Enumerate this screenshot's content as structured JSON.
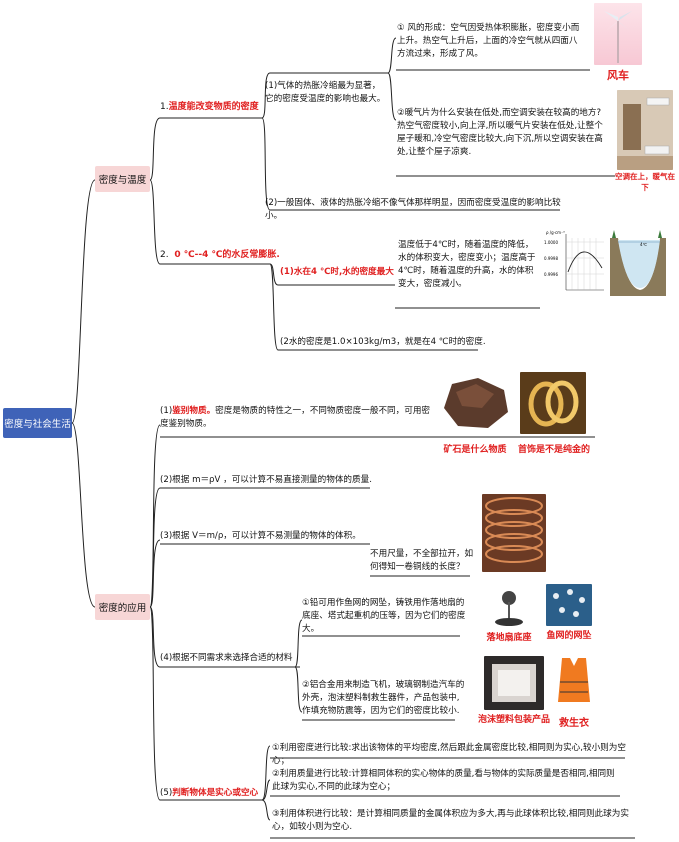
{
  "root": "密度与社会生活",
  "branch1": {
    "label": "密度与温度",
    "sub1": {
      "num": "1.",
      "title": "温度能改变物质的密度",
      "point1": "(1)气体的热胀冷缩最为显著，它的密度受温度的影响也最大。",
      "wind_text": "① 风的形成：空气因受热体积膨胀，密度变小而上升。热空气上升后，上面的冷空气就从四面八方流过来，形成了风。",
      "wind_caption": "风车",
      "heater_text": "②暖气片为什么安装在低处,而空调安装在较高的地方?热空气密度较小,向上浮,所以暖气片安装在低处,让整个屋子暖和,冷空气密度比较大,向下沉,所以空调安装在高处,让整个屋子凉爽.",
      "heater_caption": "空调在上，暖气在下",
      "point2": "(2)一般固体、液体的热胀冷缩不像气体那样明显，因而密度受温度的影响比较小。"
    },
    "sub2": {
      "num": "2.",
      "title": "0 ℃--4 ℃的水反常膨胀.",
      "point1": "(1)水在4 ℃时,水的密度最大",
      "point1_text": "温度低于4℃时，随着温度的降低，水的体积变大，密度变小；温度高于4℃时，随着温度的升高，水的体积变大，密度减小。",
      "point2": "(2水的密度是1.0×103kg/m3，就是在4 ℃时的密度.",
      "graph": {
        "ylabel": "ρ /g·cm⁻³",
        "yticks": [
          "1.0000",
          "0.9998",
          "0.9996"
        ],
        "lake_label": "4℃"
      }
    }
  },
  "branch2": {
    "label": "密度的应用",
    "item1": {
      "prefix": "(1)",
      "title": "鉴别物质。",
      "rest": "密度是物质的特性之一，不同物质密度一般不同，可用密度鉴别物质。",
      "caption_left": "矿石是什么物质",
      "caption_right": "首饰是不是纯金的"
    },
    "item2": "(2)根据 m＝ρV ，可以计算不易直接测量的物体的质量.",
    "item3": "(3)根据 V＝m/ρ，可以计算不易测量的物体的体积。",
    "item3_text": "不用尺量，不全部拉开，如何得知一卷铜线的长度？",
    "item4": {
      "label": "(4)根据不同需求来选择合适的材料",
      "text1": "①铅可用作鱼网的网坠，铸铁用作落地扇的底座、塔式起重机的压等，因为它们的密度大。",
      "caption1a": "落地扇底座",
      "caption1b": "鱼网的网坠",
      "text2": "②铝合金用来制造飞机，玻璃钢制造汽车的外壳，泡沫塑料制救生器件，产品包装中,作填充物防震等，因为它们的密度比较小.",
      "caption2a": "泡沫塑料包装产品",
      "caption2b": "救生衣"
    },
    "item5": {
      "prefix": "(5)",
      "title": "判断物体是实心或空心",
      "m1": "①利用密度进行比较:求出该物体的平均密度,然后跟此金属密度比较,相同则为实心,较小则为空心；",
      "m2": "②利用质量进行比较:计算相同体积的实心物体的质量,看与物体的实际质量是否相同,相同则此球为实心,不同的此球为空心；",
      "m3": "③利用体积进行比较：是计算相同质量的金属体积应为多大,再与此球体积比较,相同则此球为实心，如较小则为空心."
    }
  },
  "colors": {
    "root_bg": "#3f63b8",
    "branch_bg": "#f7d6d6",
    "accent_red": "#e02020",
    "line": "#222222"
  }
}
